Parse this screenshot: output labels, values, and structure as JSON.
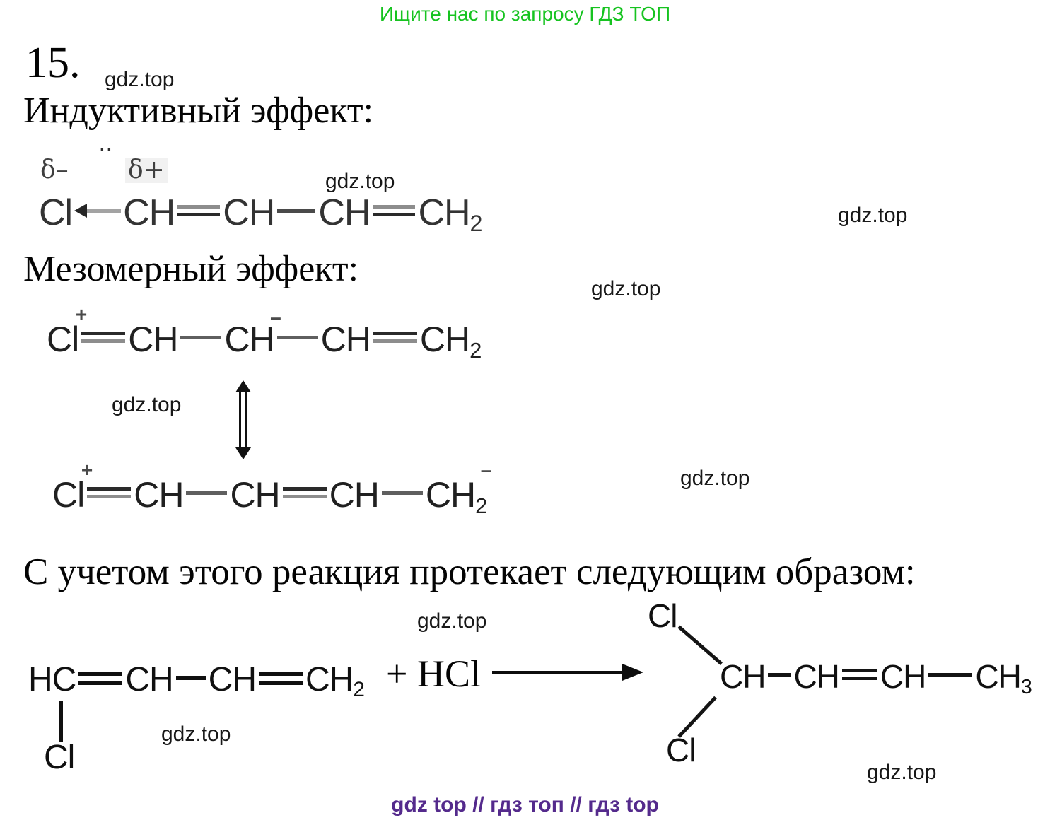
{
  "promo": {
    "header": "Ищите нас по запросу ГДЗ ТОП",
    "footer": "gdz top  //  гдз топ  //  гдз top",
    "watermark": "gdz.top"
  },
  "colors": {
    "promo_green": "#16c320",
    "promo_purple": "#542a8c"
  },
  "problem": {
    "number": "15."
  },
  "headings": {
    "inductive": "Индуктивный эффект:",
    "mesomeric": "Мезомерный эффект:",
    "reaction": "С учетом этого реакция протекает следующим образом:"
  },
  "f_ind": {
    "delta_minus": "δ–",
    "lone_pair": "··",
    "delta_plus": "δ+",
    "cl": "Cl",
    "ch1": "CH",
    "ch2": "CH",
    "ch3": "CH",
    "ch4": "CH",
    "sub2": "2"
  },
  "f_mes1": {
    "cl": "Cl",
    "plus": "+",
    "ch1": "CH",
    "ch2": "CH",
    "minus": "–",
    "ch3": "CH",
    "ch4": "CH",
    "sub2": "2"
  },
  "f_mes2": {
    "cl": "Cl",
    "plus": "+",
    "ch1": "CH",
    "ch2": "CH",
    "ch3": "CH",
    "ch4": "CH",
    "sub2": "2",
    "minus": "–"
  },
  "reaction": {
    "reactant": {
      "hc": "HC",
      "ch1": "CH",
      "ch2": "CH",
      "ch3": "CH",
      "sub2": "2",
      "cl": "Cl"
    },
    "plus_hcl": "+ HCl",
    "product": {
      "cl_top": "Cl",
      "ch1": "CH",
      "ch2": "CH",
      "ch3": "CH",
      "ch4": "CH",
      "sub3": "3",
      "cl_bottom": "Cl"
    }
  }
}
